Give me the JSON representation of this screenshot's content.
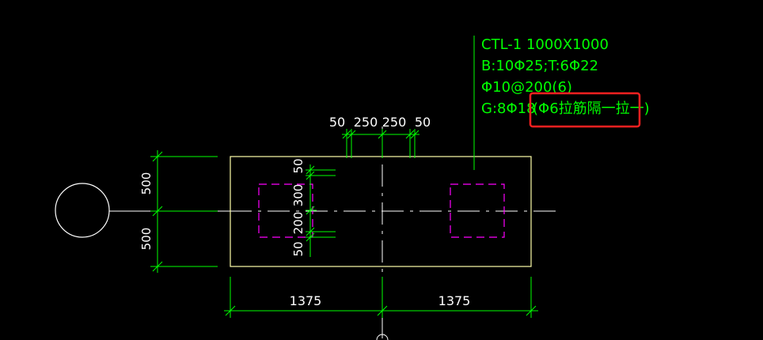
{
  "colors": {
    "background": "#000000",
    "outline": "#ffffaa",
    "dimension": "#00ff00",
    "dimension_text": "#ffffff",
    "column": "#ff00ff",
    "annotation": "#00ff00",
    "axis_marker": "#ffffff",
    "highlight": "#ff2020"
  },
  "annotation": {
    "line1": "CTL-1 1000X1000",
    "line2": "B:10Φ25;T:6Φ22",
    "line3": "Φ10@200(6)",
    "line4_prefix": "G:8Φ18",
    "line4_highlight": "(Φ6拉筋隔一拉一)"
  },
  "dimensions": {
    "top": [
      "50",
      "250",
      "250",
      "50"
    ],
    "left": [
      "500",
      "500"
    ],
    "bottom": [
      "1375",
      "1375"
    ],
    "inner": [
      "50",
      "300",
      "200",
      "50"
    ]
  }
}
